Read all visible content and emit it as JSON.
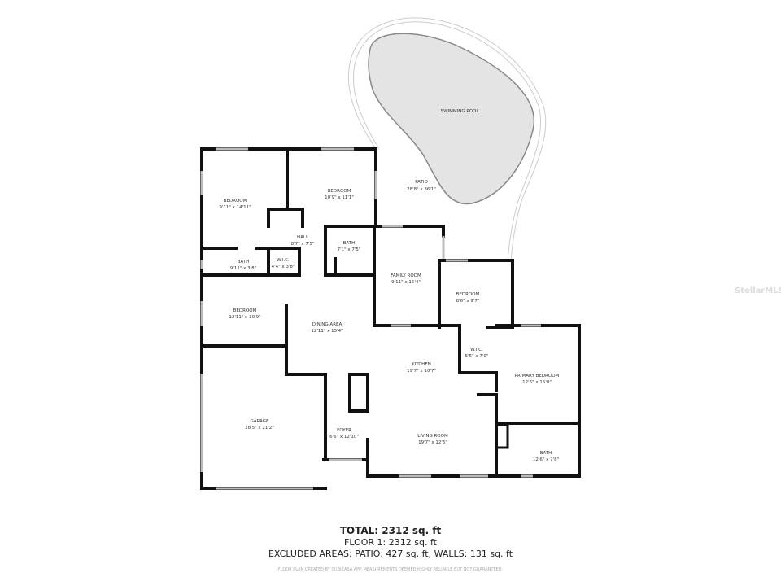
{
  "rooms": {
    "pool": {
      "name": "SWIMMING POOL"
    },
    "patio": {
      "name": "PATIO",
      "dim": "28'8\" x 36'1\""
    },
    "bedroom1": {
      "name": "BEDROOM",
      "dim": "9'11\" x 14'11\""
    },
    "bedroom2": {
      "name": "BEDROOM",
      "dim": "10'9\" x 11'1\""
    },
    "hall": {
      "name": "HALL",
      "dim": "8'7\" x 7'5\""
    },
    "bath2": {
      "name": "BATH",
      "dim": "7'1\" x 7'5\""
    },
    "bath1": {
      "name": "BATH",
      "dim": "9'11\" x 3'8\""
    },
    "wic1": {
      "name": "W.I.C.",
      "dim": "4'4\" x 3'8\""
    },
    "family": {
      "name": "FAMILY ROOM",
      "dim": "9'11\" x 15'4\""
    },
    "bedroom4": {
      "name": "BEDROOM",
      "dim": "8'6\" x 9'7\""
    },
    "bedroom3": {
      "name": "BEDROOM",
      "dim": "12'11\" x 10'9\""
    },
    "dining": {
      "name": "DINING AREA",
      "dim": "12'11\" x 15'4\""
    },
    "wic2": {
      "name": "W.I.C.",
      "dim": "5'5\" x 7'0\""
    },
    "kitchen": {
      "name": "KITCHEN",
      "dim": "19'7\" x 10'7\""
    },
    "primary": {
      "name": "PRIMARY BEDROOM",
      "dim": "12'6\" x 15'0\""
    },
    "garage": {
      "name": "GARAGE",
      "dim": "18'5\" x 21'2\""
    },
    "foyer": {
      "name": "FOYER",
      "dim": "6'6\" x 12'10\""
    },
    "living": {
      "name": "LIVING ROOM",
      "dim": "19'7\" x 12'6\""
    },
    "bath3": {
      "name": "BATH",
      "dim": "12'6\" x 7'8\""
    }
  },
  "summary": {
    "total": "TOTAL: 2312 sq. ft",
    "floor1": "FLOOR 1: 2312 sq. ft",
    "excluded": "EXCLUDED AREAS: PATIO: 427 sq. ft, WALLS: 131 sq. ft",
    "disclaimer": "FLOOR PLAN CREATED BY CUBICASA APP. MEASUREMENTS DEEMED HIGHLY RELIABLE BUT NOT GUARANTEED."
  },
  "watermark": "StellarMLS",
  "colors": {
    "wall": "#111111",
    "pool": "#e4e4e4"
  }
}
